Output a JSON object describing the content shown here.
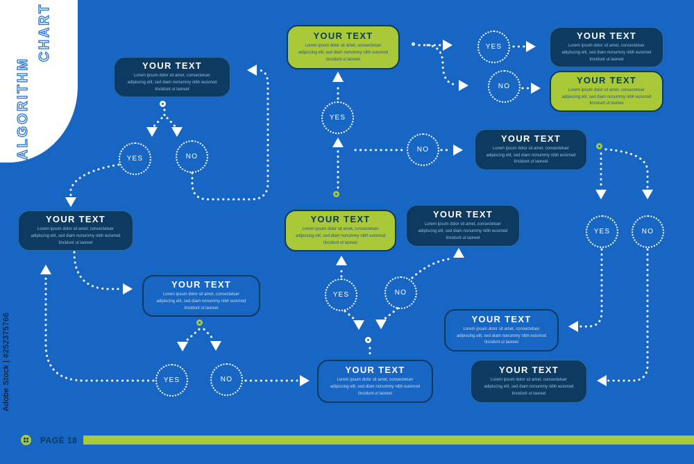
{
  "brand": {
    "title_line1": "ALGORITHM",
    "title_line2": "CHART"
  },
  "watermark": {
    "text": "Adobe Stock | #252375766"
  },
  "footer": {
    "page_label": "PAGE 18"
  },
  "colors": {
    "background": "#1866c4",
    "navy": "#0d3a60",
    "green": "#a9c938",
    "connector": "#ffffff"
  },
  "diagram": {
    "boxes": [
      {
        "title": "YOUR TEXT",
        "style": "navy",
        "body": "Lorem ipsum dolor sit amet, consectetuer adipiscing elit, sed diam nonummy nibh euismod tincidunt ut laoreet"
      },
      {
        "title": "YOUR TEXT",
        "style": "green",
        "body": "Lorem ipsum dolor sit amet, consectetuer adipiscing elit, sed diam nonummy nibh euismod tincidunt ut laoreet"
      },
      {
        "title": "YOUR TEXT",
        "style": "navy",
        "body": "Lorem ipsum dolor sit amet, consectetuer adipiscing elit, sed diam nonummy nibh euismod tincidunt ut laoreet"
      },
      {
        "title": "YOUR TEXT",
        "style": "green",
        "body": "Lorem ipsum dolor sit amet, consectetuer adipiscing elit, sed diam nonummy nibh euismod tincidunt ut laoreet"
      },
      {
        "title": "YOUR TEXT",
        "style": "navy",
        "body": "Lorem ipsum dolor sit amet, consectetuer adipiscing elit, sed diam nonummy nibh euismod tincidunt ut laoreet"
      },
      {
        "title": "YOUR TEXT",
        "style": "navy",
        "body": "Lorem ipsum dolor sit amet, consectetuer adipiscing elit, sed diam nonummy nibh euismod tincidunt ut laoreet"
      },
      {
        "title": "YOUR TEXT",
        "style": "green",
        "body": "Lorem ipsum dolor sit amet, consectetuer adipiscing elit, sed diam nonummy nibh euismod tincidunt ut laoreet"
      },
      {
        "title": "YOUR TEXT",
        "style": "navy",
        "body": "Lorem ipsum dolor sit amet, consectetuer adipiscing elit, sed diam nonummy nibh euismod tincidunt ut laoreet"
      },
      {
        "title": "YOUR TEXT",
        "style": "outline",
        "body": "Lorem ipsum dolor sit amet, consectetuer adipiscing elit, sed diam nonummy nibh euismod tincidunt ut laoreet"
      },
      {
        "title": "YOUR TEXT",
        "style": "outline",
        "body": "Lorem ipsum dolor sit amet, consectetuer adipiscing elit, sed diam nonummy nibh euismod tincidunt ut laoreet"
      },
      {
        "title": "YOUR TEXT",
        "style": "outline",
        "body": "Lorem ipsum dolor sit amet, consectetuer adipiscing elit, sed diam nonummy nibh euismod tincidunt ut laoreet"
      },
      {
        "title": "YOUR TEXT",
        "style": "navy",
        "body": "Lorem ipsum dolor sit amet, consectetuer adipiscing elit, sed diam nonummy nibh euismod tincidunt ut laoreet"
      }
    ],
    "circles": [
      {
        "label": "YES"
      },
      {
        "label": "NO"
      },
      {
        "label": "YES"
      },
      {
        "label": "NO"
      },
      {
        "label": "YES"
      },
      {
        "label": "NO"
      },
      {
        "label": "YES"
      },
      {
        "label": "NO"
      },
      {
        "label": "YES"
      },
      {
        "label": "NO"
      },
      {
        "label": "YES"
      },
      {
        "label": "NO"
      }
    ]
  }
}
